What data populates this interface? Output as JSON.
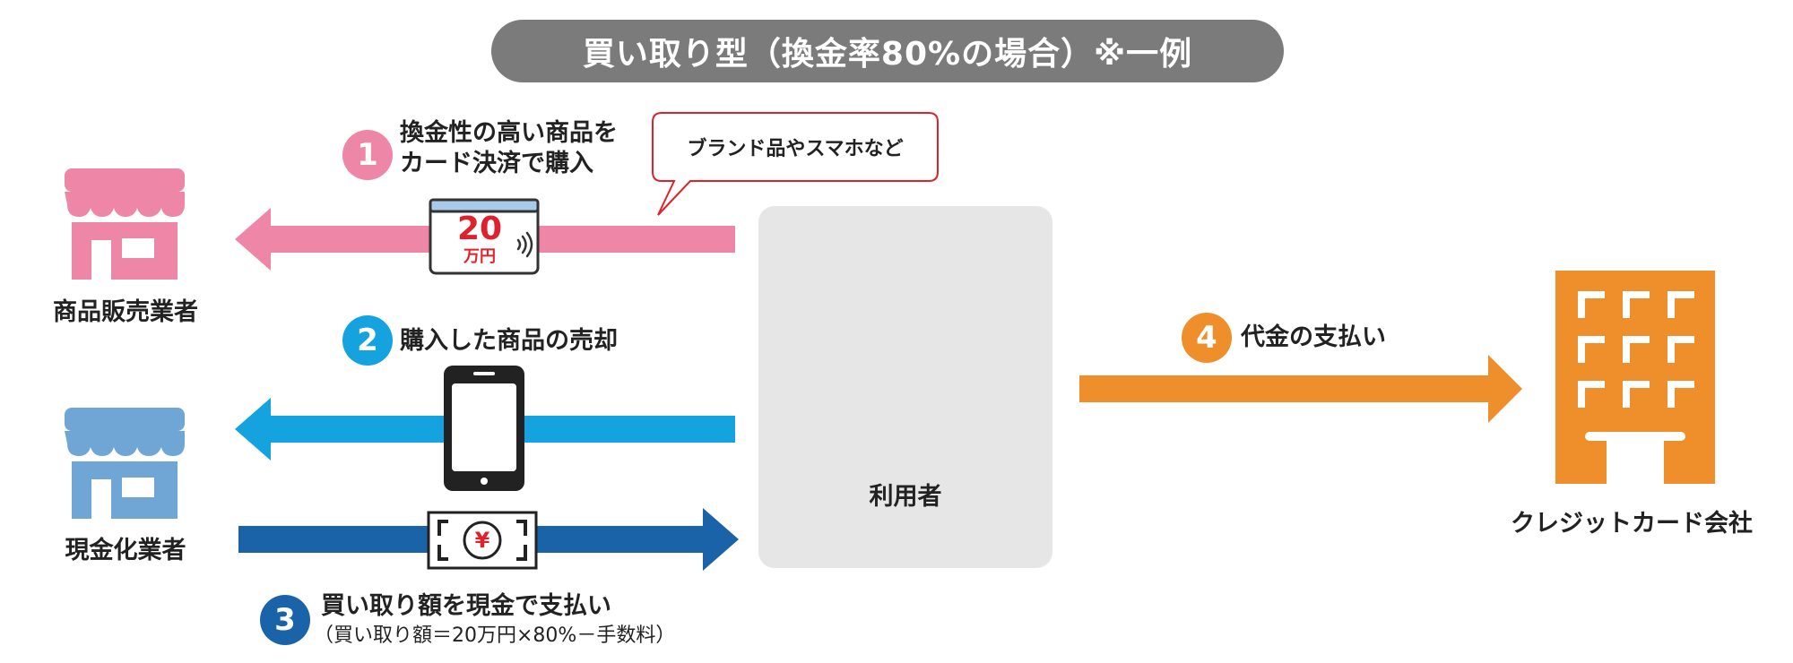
{
  "title": "買い取り型（換金率80%の場合）※一例",
  "bubble": {
    "text": "ブランド品やスマホなど"
  },
  "steps": [
    {
      "number": "1",
      "lines": [
        "換金性の高い商品を",
        "カード決済で購入"
      ],
      "color": "#ee86a7"
    },
    {
      "number": "2",
      "lines": [
        "購入した商品の売却"
      ],
      "color": "#14a3de"
    },
    {
      "number": "3",
      "lines": [
        "買い取り額を現金で支払い"
      ],
      "sub": "（買い取り額＝20万円×80%－手数料）",
      "color": "#1a63a8"
    },
    {
      "number": "4",
      "lines": [
        "代金の支払い"
      ],
      "color": "#ee8f2b"
    }
  ],
  "card": {
    "amount": "20",
    "unit": "万円"
  },
  "cash": {
    "symbol": "¥"
  },
  "actors": {
    "merchant": "商品販売業者",
    "cash_dealer": "現金化業者",
    "user": "利用者",
    "card_company": "クレジットカード会社"
  },
  "colors": {
    "title_bg": "#7b7b7b",
    "pink": "#ee86a7",
    "light_blue": "#14a3de",
    "dark_blue": "#1a63a8",
    "orange": "#ee8f2b",
    "store_blue": "#6fa6d6",
    "red_text": "#e0202a",
    "panel_bg": "#e6e6e6"
  },
  "icons": [
    "storefront-icon",
    "storefront-icon",
    "user-avatar-icon",
    "office-building-icon",
    "credit-card-icon",
    "smartphone-icon",
    "banknote-icon",
    "contactless-icon"
  ]
}
